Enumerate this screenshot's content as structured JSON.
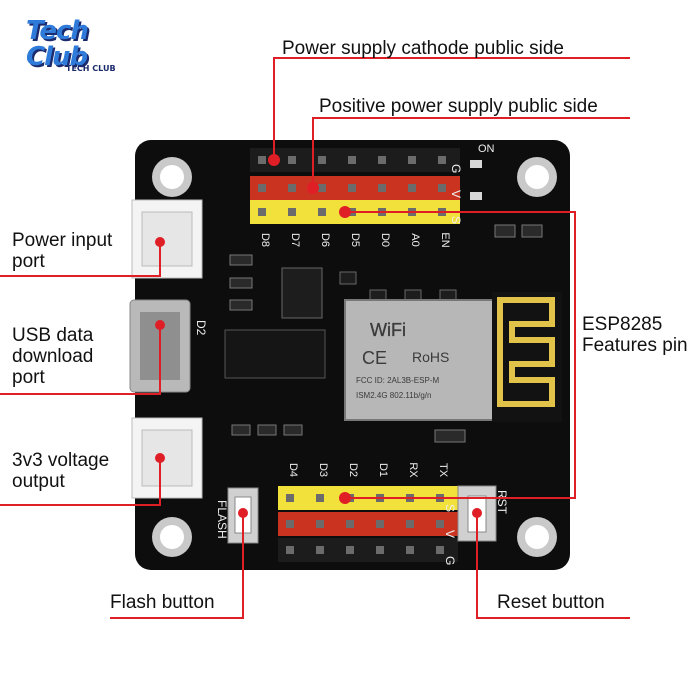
{
  "logo": {
    "title": "Tech Club",
    "subtitle": "TECH CLUB"
  },
  "labels": {
    "cathode": "Power supply cathode public side",
    "positive": "Positive power supply public side",
    "power_input": [
      "Power input",
      "port"
    ],
    "usb": [
      "USB data",
      "download",
      "port"
    ],
    "v33": [
      "3v3 voltage",
      "output"
    ],
    "esp": [
      "ESP8285",
      "Features pin"
    ],
    "flash": "Flash button",
    "reset": "Reset button"
  },
  "board": {
    "top_pins": [
      "D8",
      "D7",
      "D6",
      "D5",
      "D0",
      "A0",
      "EN"
    ],
    "top_side": [
      "G",
      "V",
      "S"
    ],
    "bottom_pins": [
      "D4",
      "D3",
      "D2",
      "D1",
      "RX",
      "TX"
    ],
    "bottom_side": [
      "S",
      "V",
      "G"
    ],
    "led_on": "ON",
    "d2_label": "D2",
    "flash_text": "FLASH",
    "rst_text": "RST",
    "module": {
      "wifi": "WiFi",
      "ce": "CE",
      "rohs": "RoHS",
      "fcc": "FCC ID: 2AL3B-ESP-M",
      "band": "ISM2.4G  802.11b/g/n"
    }
  },
  "colors": {
    "board": "#0d0d0d",
    "callout": "#e01e26",
    "black_header": "#1c1c1c",
    "red_header": "#c9331f",
    "yellow_header": "#f1e13a",
    "connector": "#f4f4f4",
    "antenna": "#e2c349"
  }
}
